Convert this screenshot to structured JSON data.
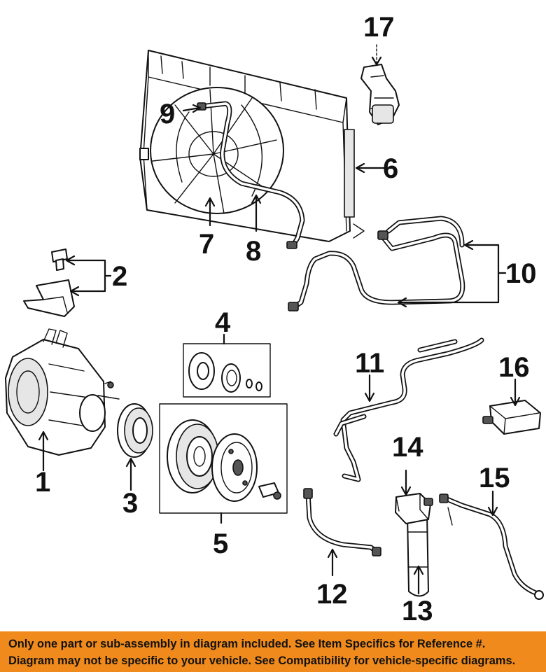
{
  "callouts": [
    "1",
    "2",
    "3",
    "4",
    "5",
    "6",
    "7",
    "8",
    "9",
    "10",
    "11",
    "12",
    "13",
    "14",
    "15",
    "16",
    "17"
  ],
  "banner": {
    "line1": "Only one part or sub-assembly in diagram included. See Item Specifics for Reference #.",
    "line2": "Diagram may not be specific to your vehicle. See Compatibility for vehicle-specific diagrams."
  },
  "colors": {
    "banner": "#f08a1c",
    "ink": "#111111"
  }
}
